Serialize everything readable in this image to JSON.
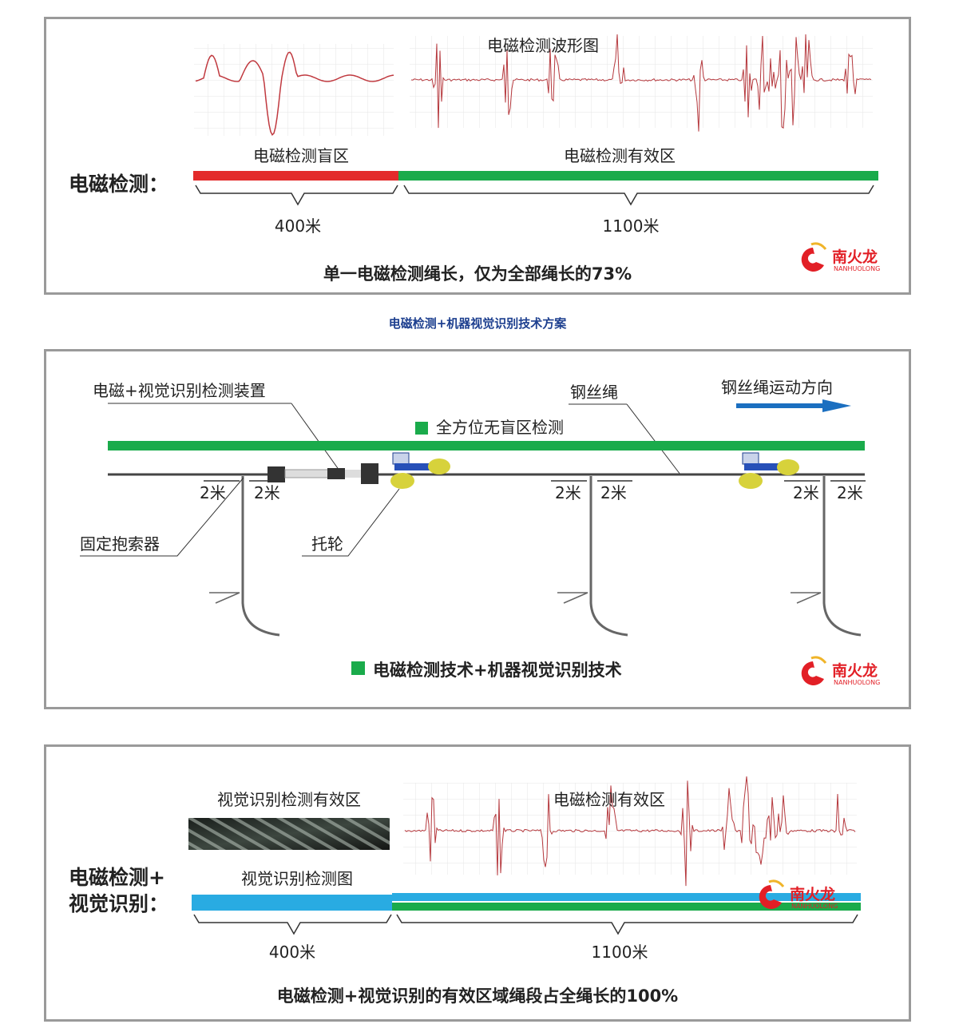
{
  "colors": {
    "red": "#e32b2b",
    "green": "#1aab4b",
    "blue": "#29abe2",
    "arrow_blue": "#1b6fc0",
    "title_blue": "#1d3f8f",
    "frame": "#9a9a9a",
    "wave": "#b5383d"
  },
  "logo": {
    "cn": "南火龙",
    "en": "NANHUOLONG"
  },
  "panel1": {
    "side_label": "电磁检测：",
    "wave_title": "电磁检测波形图",
    "blind_zone": "电磁检测盲区",
    "effective_zone": "电磁检测有效区",
    "blind_length": "400米",
    "effective_length": "1100米",
    "summary": "单一电磁检测绳长，仅为全部绳长的73%"
  },
  "subtitle": "电磁检测+机器视觉识别技术方案",
  "panel2": {
    "device_label": "电磁+视觉识别检测装置",
    "rope_label": "钢丝绳",
    "direction_label": "钢丝绳运动方向",
    "full_detection": "全方位无盲区检测",
    "clamp_label": "固定抱索器",
    "roller_label": "托轮",
    "spacing": [
      "2米",
      "2米",
      "2米",
      "2米",
      "2米",
      "2米"
    ],
    "legend": "电磁检测技术+机器视觉识别技术"
  },
  "panel3": {
    "side_label_1": "电磁检测+",
    "side_label_2": "视觉识别：",
    "vision_zone": "视觉识别检测有效区",
    "vision_image_label": "视觉识别检测图",
    "em_zone": "电磁检测有效区",
    "vision_length": "400米",
    "em_length": "1100米",
    "summary": "电磁检测+视觉识别的有效区域绳段占全绳长的100%"
  }
}
